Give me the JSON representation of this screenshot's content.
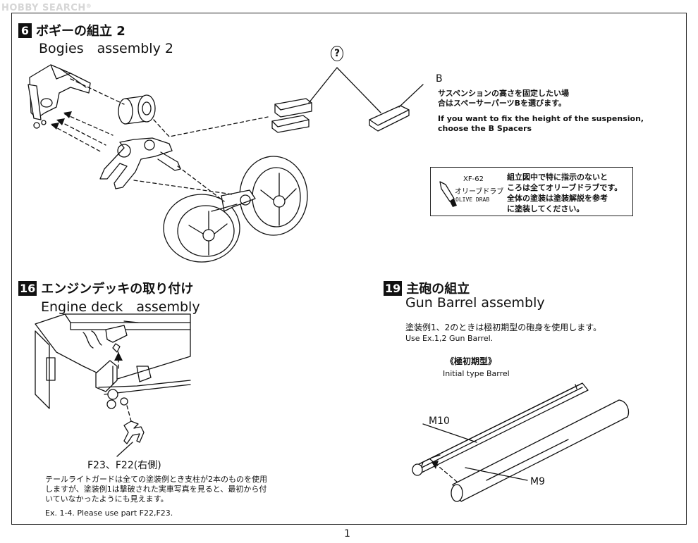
{
  "watermark": {
    "text": "HOBBY SEARCH",
    "mark": "®"
  },
  "step6": {
    "number": "6",
    "title_jp": "ボギーの組立 2",
    "title_en": "Bogies　assembly 2",
    "option_icon": "?",
    "option_label": "B",
    "note_jp": [
      "サスペンションの高さを固定したい場",
      "合はスペーサーパーツBを選びます。"
    ],
    "note_en": [
      "If you want to fix the height of the suspension,",
      "choose the B Spacers"
    ],
    "paint": {
      "code": "XF-62",
      "name_jp": "オリーブドラブ",
      "name_en": "OLIVE DRAB",
      "note": [
        "組立図中で特に指示のないと",
        "ころは全てオリーブドラブです。",
        "全体の塗装は塗装解説を参考",
        "に塗装してください。"
      ]
    }
  },
  "step16": {
    "number": "16",
    "title_jp": "エンジンデッキの取り付け",
    "title_en": "Engine deck　assembly",
    "part_label": "F23、F22(右側)",
    "note_jp": [
      "テールライトガードは全ての塗装例とき支柱が2本のものを使用",
      "しますが、塗装例1は撃破された実車写真を見ると、最初から付",
      "いていなかったようにも見えます。"
    ],
    "note_en": "Ex. 1-4. Please use part F22,F23."
  },
  "step19": {
    "number": "19",
    "title_jp": "主砲の組立",
    "title_en": "Gun Barrel assembly",
    "note_jp": "塗装例1、2のときは極初期型の砲身を使用します。",
    "note_en": "Use Ex.1,2 Gun Barrel.",
    "type_jp": "《極初期型》",
    "type_en": "Initial type Barrel",
    "part_m10": "M10",
    "part_m9": "M9"
  },
  "page_number": "1"
}
